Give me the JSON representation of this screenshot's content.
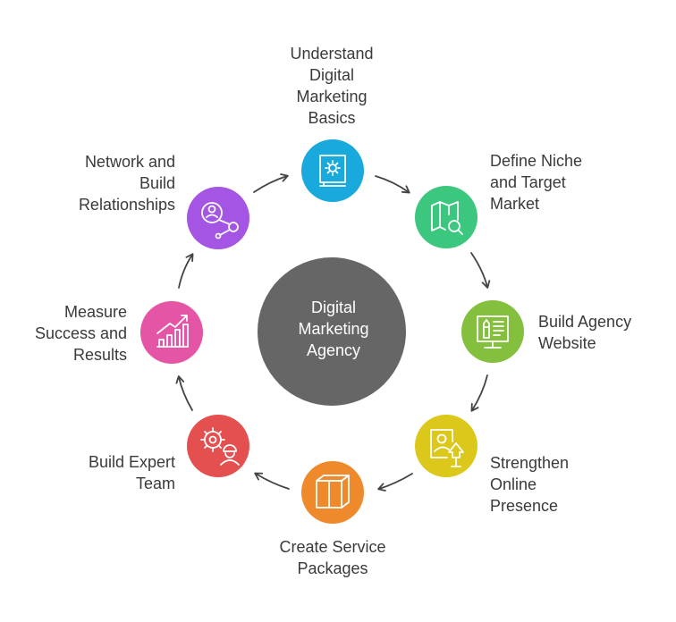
{
  "hub": {
    "title": "Digital\nMarketing\nAgency",
    "color": "#666666"
  },
  "steps": [
    {
      "label": "Understand\nDigital\nMarketing\nBasics",
      "color": "#1aa9dc",
      "icon": "settings-book-icon"
    },
    {
      "label": "Define Niche\nand Target\nMarket",
      "color": "#3cc77f",
      "icon": "map-search-icon"
    },
    {
      "label": "Build Agency\nWebsite",
      "color": "#84bf3d",
      "icon": "website-monitor-icon"
    },
    {
      "label": "Strengthen\nOnline\nPresence",
      "color": "#dcc81b",
      "icon": "profile-upload-icon"
    },
    {
      "label": "Create Service\nPackages",
      "color": "#ef8a2c",
      "icon": "package-box-icon"
    },
    {
      "label": "Build Expert\nTeam",
      "color": "#e45050",
      "icon": "gear-worker-icon"
    },
    {
      "label": "Measure\nSuccess and\nResults",
      "color": "#e455a6",
      "icon": "growth-chart-icon"
    },
    {
      "label": "Network and\nBuild\nRelationships",
      "color": "#a455e3",
      "icon": "network-person-icon"
    }
  ]
}
